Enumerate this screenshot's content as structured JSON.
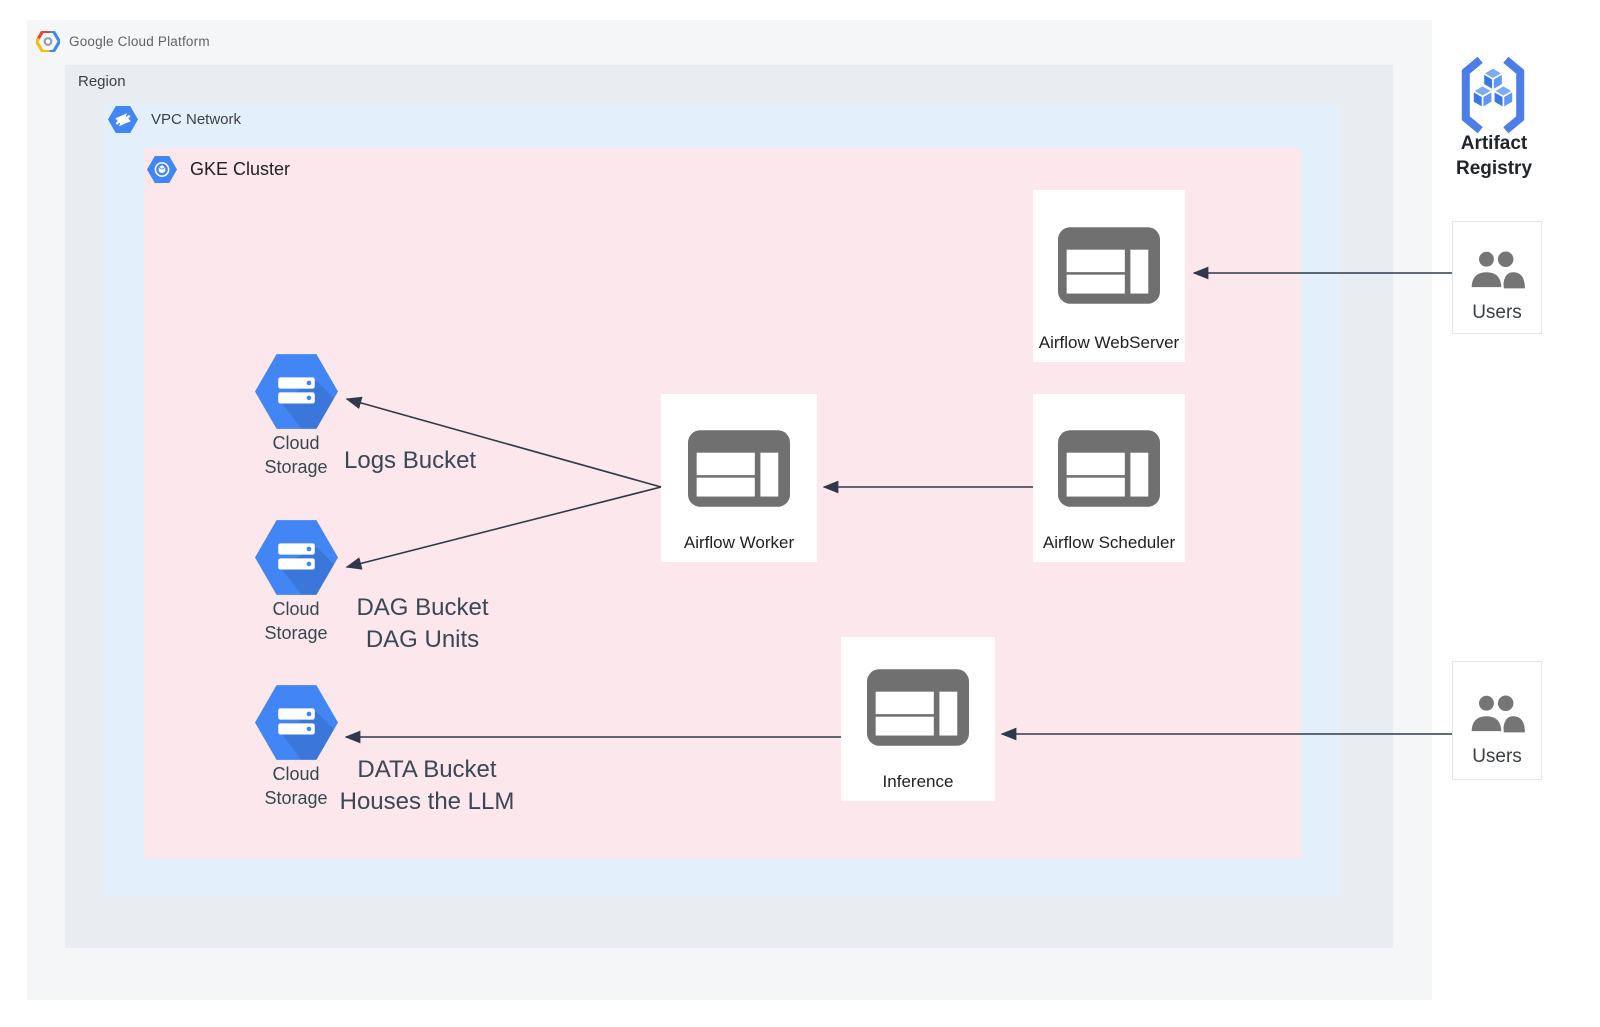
{
  "brand": {
    "label": "Google Cloud Platform"
  },
  "containers": {
    "region": {
      "label": "Region"
    },
    "vpc_network": {
      "label": "VPC Network"
    },
    "gke_cluster": {
      "label": "GKE Cluster"
    }
  },
  "nodes": {
    "airflow_webserver": {
      "label": "Airflow WebServer"
    },
    "airflow_scheduler": {
      "label": "Airflow Scheduler"
    },
    "airflow_worker": {
      "label": "Airflow Worker"
    },
    "inference": {
      "label": "Inference"
    },
    "artifact_registry": {
      "label": "Artifact Registry"
    },
    "users_top": {
      "label": "Users"
    },
    "users_bottom": {
      "label": "Users"
    }
  },
  "buckets": {
    "logs": {
      "service": "Cloud Storage",
      "title": "Logs Bucket"
    },
    "dag": {
      "service": "Cloud Storage",
      "title": "DAG Bucket",
      "subtitle": "DAG Units"
    },
    "data": {
      "service": "Cloud Storage",
      "title": "DATA Bucket",
      "subtitle": "Houses the LLM"
    }
  },
  "icons": {
    "gcp_logo": "google-cloud-platform-logo",
    "vpc_network": "vpc-network-hexagon",
    "gke_cluster": "gke-cluster-hexagon",
    "app_window": "application-window",
    "cloud_storage": "cloud-storage-hexagon",
    "users": "two-person-group",
    "artifact_registry": "brackets-with-cubes"
  },
  "colors": {
    "page": "#ffffff",
    "outer_frame": "#f5f6f7",
    "region_fill": "#e9edf2",
    "vpc_fill": "#e3f0fc",
    "gke_fill": "#fce7ed",
    "node_fill": "#ffffff",
    "google_blue": "#4285f4",
    "icon_gray": "#707070",
    "arrow": "#2e3a4a"
  }
}
